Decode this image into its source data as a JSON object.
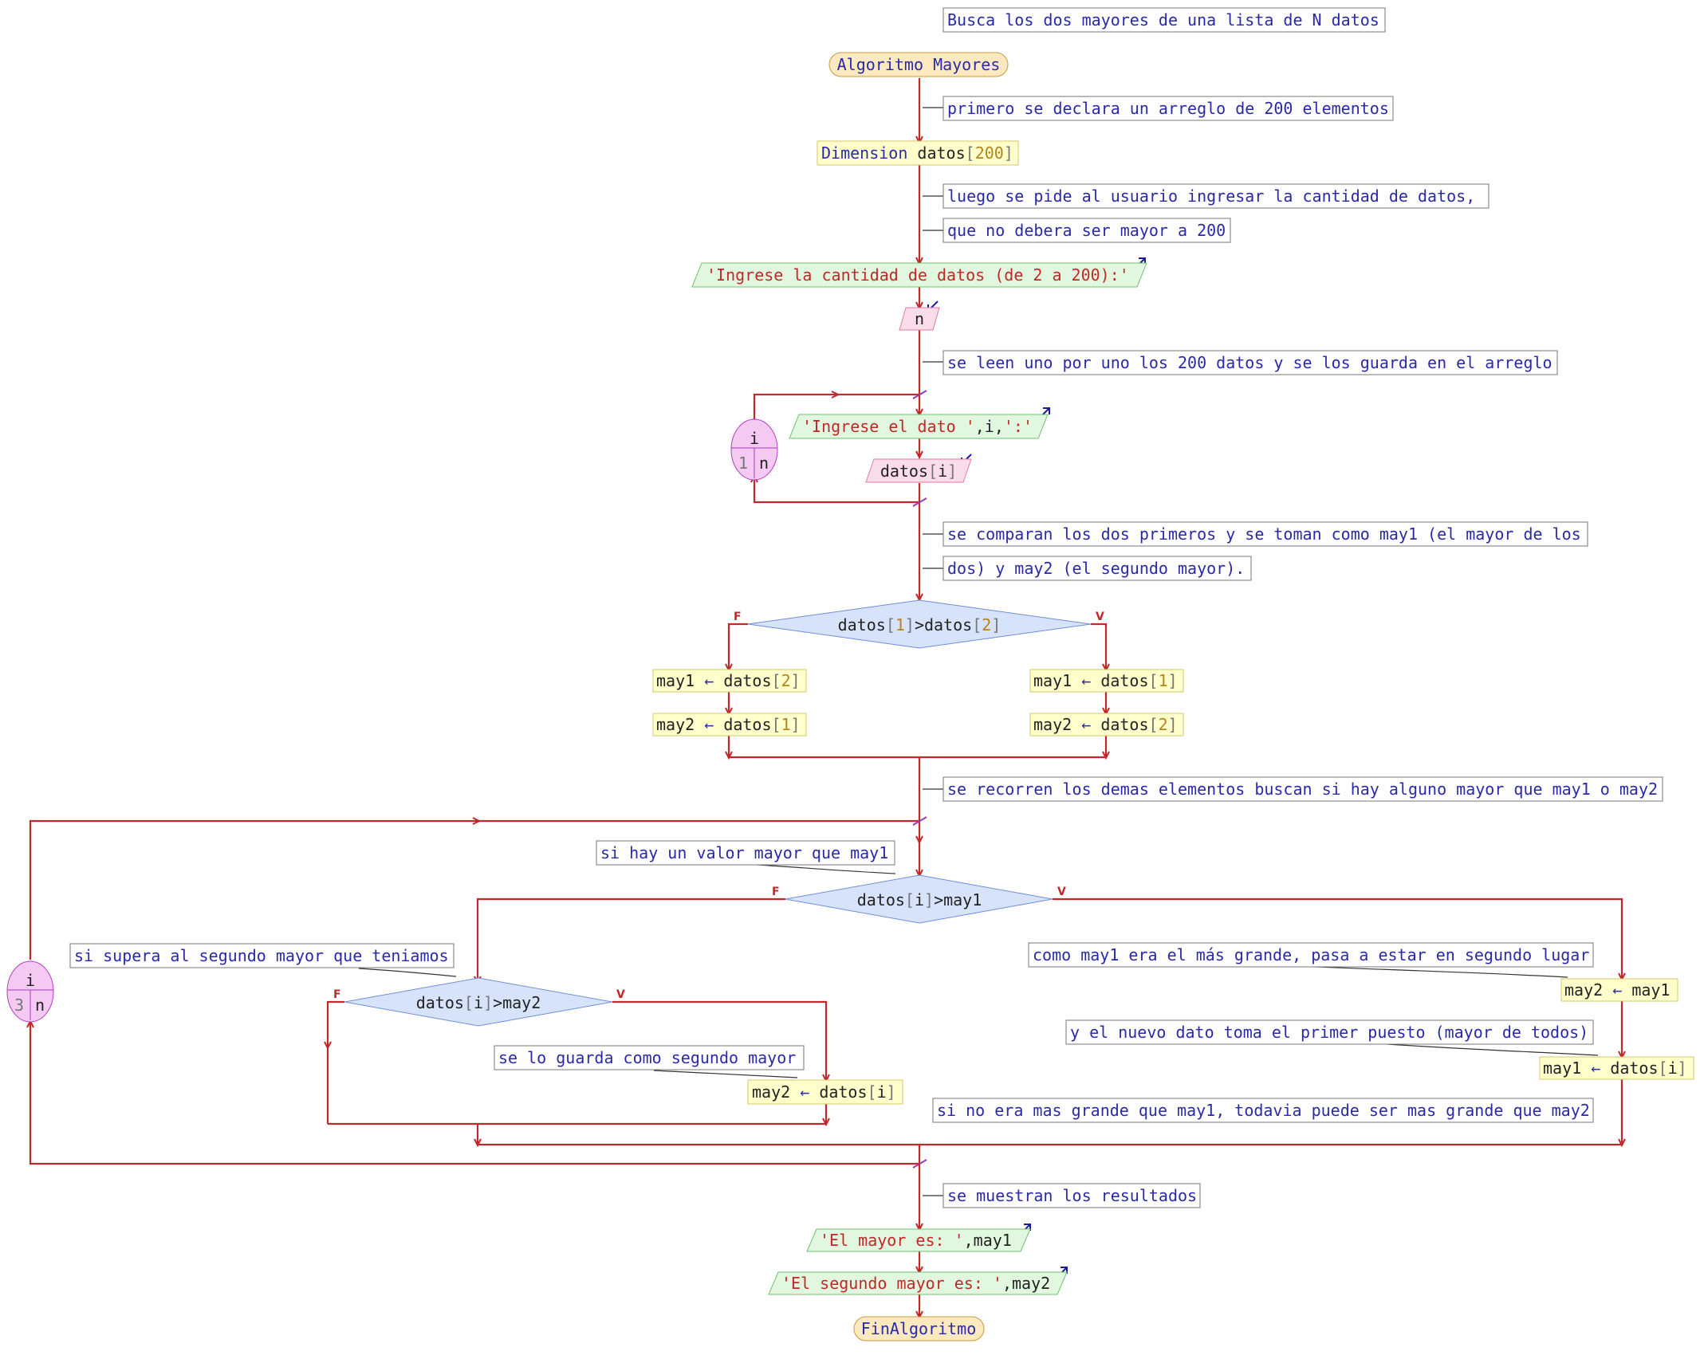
{
  "title_comment": "Busca los dos mayores de una lista de N datos",
  "start": {
    "kw": "Algoritmo",
    "name": "Mayores"
  },
  "end": "FinAlgoritmo",
  "comments": {
    "c1": "primero se declara un arreglo de 200 elementos",
    "c2a": "luego se pide al usuario ingresar la cantidad de datos,",
    "c2b": "que no debera ser mayor a 200",
    "c3": "se leen uno por uno los 200 datos y se los guarda en el arreglo",
    "c4a": "se comparan los dos primeros y se toman como may1 (el mayor de los",
    "c4b": "dos) y may2 (el segundo mayor).",
    "c5": "se recorren los demas elementos buscan si hay alguno mayor que may1 o may2",
    "c6": "si hay un valor mayor que may1",
    "c7": "si supera al segundo mayor que teniamos",
    "c8": "se lo guarda como segundo mayor",
    "c9": "como may1 era el más grande, pasa a estar en segundo lugar",
    "c10": "y el nuevo dato toma el primer puesto (mayor de todos)",
    "c11": "si no era mas grande que may1, todavia puede ser mas grande que may2",
    "c12": "se muestran los resultados"
  },
  "dimension": {
    "kw": "Dimension",
    "id": "datos",
    "open": "[",
    "num": "200",
    "close": "]"
  },
  "output1": "'Ingrese la cantidad de datos (de 2 a 200):'",
  "read_n": "n",
  "loop1": {
    "var": "i",
    "from": "1",
    "to": "n"
  },
  "output2": {
    "str1": "'Ingrese el dato '",
    "sep1": ",i,",
    "str2": "':'"
  },
  "read_datos": {
    "id": "datos",
    "open": "[",
    "idx": "i",
    "close": "]"
  },
  "cond1": {
    "a": "datos",
    "o1": "[",
    "n1": "1",
    "c1": "]",
    "op": ">",
    "b": "datos",
    "o2": "[",
    "n2": "2",
    "c2": "]"
  },
  "assign": {
    "a1": {
      "lhs": "may1",
      "arrow": "←",
      "rhs": "datos",
      "o": "[",
      "n": "2",
      "c": "]"
    },
    "a2": {
      "lhs": "may2",
      "arrow": "←",
      "rhs": "datos",
      "o": "[",
      "n": "1",
      "c": "]"
    },
    "a3": {
      "lhs": "may1",
      "arrow": "←",
      "rhs": "datos",
      "o": "[",
      "n": "1",
      "c": "]"
    },
    "a4": {
      "lhs": "may2",
      "arrow": "←",
      "rhs": "datos",
      "o": "[",
      "n": "2",
      "c": "]"
    }
  },
  "loop2": {
    "var": "i",
    "from": "3",
    "to": "n"
  },
  "cond2": {
    "a": "datos",
    "o": "[",
    "i": "i",
    "c": "]",
    "op": ">may1"
  },
  "cond3": {
    "a": "datos",
    "o": "[",
    "i": "i",
    "c": "]",
    "op": ">may2"
  },
  "assign2": {
    "a5": {
      "lhs": "may2",
      "arrow": "←",
      "rhs": "datos",
      "o": "[",
      "i": "i",
      "c": "]"
    },
    "a6": {
      "lhs": "may2",
      "arrow": "←",
      "rhs": "may1"
    },
    "a7": {
      "lhs": "may1",
      "arrow": "←",
      "rhs": "datos",
      "o": "[",
      "i": "i",
      "c": "]"
    }
  },
  "out_may1": {
    "str": "'El mayor es: '",
    "rest": ",may1"
  },
  "out_may2": {
    "str": "'El segundo mayor es: '",
    "rest": ",may2"
  },
  "labels": {
    "false": "F",
    "true": "V"
  },
  "colors": {
    "flow": "#c0282a",
    "comment_text": "#2a2aa8",
    "terminal_fill": "#fde9bf",
    "process_fill": "#ffffcc",
    "output_fill": "#e2f7df",
    "input_fill": "#fbdde9",
    "decision_fill": "#d7e3fb",
    "loop_fill": "#f4caf2"
  }
}
